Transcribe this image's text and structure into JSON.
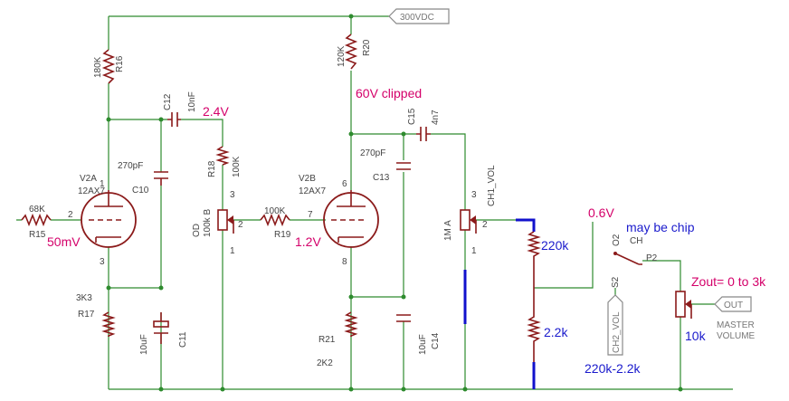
{
  "supply": {
    "net_label": "300VDC"
  },
  "components": {
    "R16": {
      "name": "R16",
      "value": "180K"
    },
    "R20": {
      "name": "R20",
      "value": "120K"
    },
    "C12": {
      "name": "C12",
      "value": "10nF"
    },
    "C10": {
      "name": "C10",
      "value": "270pF"
    },
    "R18": {
      "name": "R18",
      "value": "100K"
    },
    "OD": {
      "name": "OD",
      "value": "100k B"
    },
    "V2A": {
      "name": "V2A",
      "value": "12AX7"
    },
    "V2B": {
      "name": "V2B",
      "value": "12AX7"
    },
    "R15": {
      "name": "R15",
      "value": "68K"
    },
    "R19": {
      "name": "R19",
      "value": "100K"
    },
    "R17": {
      "name": "R17",
      "value": "3K3"
    },
    "C11": {
      "name": "C11",
      "value": "10uF"
    },
    "R21": {
      "name": "R21",
      "value": "2K2"
    },
    "C13": {
      "name": "C13",
      "value": "270pF"
    },
    "C14": {
      "name": "C14",
      "value": "10uF"
    },
    "C15": {
      "name": "C15",
      "value": "4n7"
    },
    "CH1_VOL": {
      "name": "CH1_VOL",
      "value": "1M A"
    },
    "CH2_VOL": {
      "name": "CH2_VOL",
      "pin": "S2"
    },
    "CH": {
      "name": "CH",
      "pin1": "O2",
      "pin2": "P2"
    },
    "MASTER": {
      "name": "MASTER VOLUME",
      "net_label": "OUT"
    }
  },
  "pins": [
    "1",
    "2",
    "3",
    "6",
    "7",
    "8",
    "1",
    "2",
    "3",
    "1",
    "2",
    "3"
  ],
  "annotations": {
    "v_c12": "2.4V",
    "v_plate2": "60V clipped",
    "v_in": "50mV",
    "v_grid2": "1.2V",
    "v_ch": "0.6V",
    "chip": "may be chip",
    "r220k": "220k",
    "r2k2": "2.2k",
    "div": "220k-2.2k",
    "zout": "Zout= 0 to 3k",
    "master": "10k"
  },
  "colors": {
    "wire": "#2e8b2e",
    "component": "#8b1a1a",
    "annotation_red": "#d4006a",
    "annotation_blue": "#1a1acc",
    "label": "#444444"
  }
}
